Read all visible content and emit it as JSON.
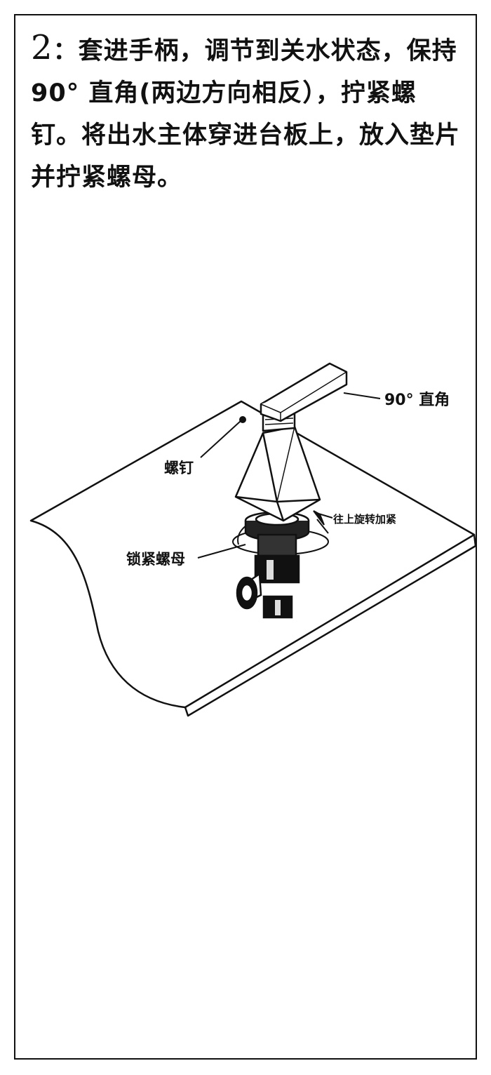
{
  "step": {
    "number": "2",
    "separator": "：",
    "instruction": "套进手柄，调节到关水状态，保持90° 直角(两边方向相反），拧紧螺钉。将出水主体穿进台板上，放入垫片并拧紧螺母。"
  },
  "callouts": {
    "right_angle": "90° 直角",
    "screw": "螺钉",
    "rotate_up": "往上旋转加紧",
    "lock_nut": "锁紧螺母"
  }
}
